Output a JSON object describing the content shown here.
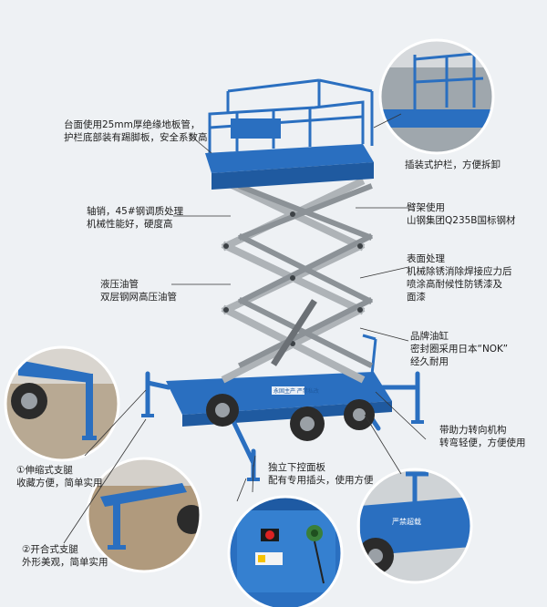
{
  "annotations": {
    "platform": [
      "台面使用25mm厚绝缘地板管，",
      "护栏底部装有踢脚板，安全系数高"
    ],
    "guardrail": [
      "插装式护栏，方便拆卸"
    ],
    "axle": [
      "轴销，45#钢调质处理",
      "机械性能好，硬度高"
    ],
    "tube": [
      "臂架使用",
      "山钢集团Q235B国标钢材"
    ],
    "pipe": [
      "液压油管",
      "双层钢网高压油管"
    ],
    "surface": [
      "表面处理",
      "机械除锈消除焊接应力后",
      "喷涂高耐候性防锈漆及",
      "面漆"
    ],
    "cylinder": [
      "品牌油缸",
      "密封圈采用日本“NOK”",
      "经久耐用"
    ],
    "steering": [
      "带助力转向机构",
      "转弯轻便，方便使用"
    ],
    "leg1": [
      "①伸缩式支腿",
      "收藏方便，简单实用"
    ],
    "panel": [
      "独立下控面板",
      "配有专用插头，使用方便"
    ],
    "leg2": [
      "②开合式支腿",
      "外形美观，简单实用"
    ]
  },
  "machine_text": {
    "side_plate": "永固主产 严禁私改",
    "handle_plate": "严禁超载"
  },
  "colors": {
    "frame_blue": "#2a6fc0",
    "arm_gray": "#aeb3b7",
    "tire": "#2b2b2b"
  }
}
